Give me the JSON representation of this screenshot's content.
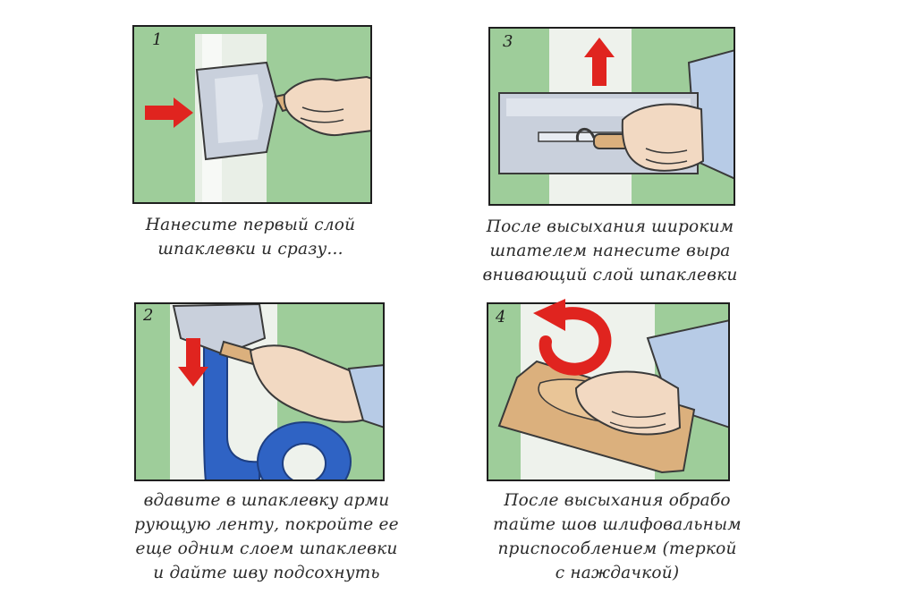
{
  "colors": {
    "wall": "#9ecd9a",
    "frame": "#1f1f1f",
    "arrow": "#e0241f",
    "tape": "#2f63c4",
    "skin": "#f2d9c2",
    "sleeve": "#b7cbe6",
    "blade": "#c9d0dc",
    "wood": "#dbb07d"
  },
  "steps": [
    {
      "number": "1",
      "caption_lines": [
        "Нанесите первый слой",
        "шпаклевки и сразу..."
      ]
    },
    {
      "number": "3",
      "caption_lines": [
        "После высыхания широким",
        "шпателем нанесите выра",
        "внивающий слой шпаклевки"
      ]
    },
    {
      "number": "2",
      "caption_lines": [
        "вдавите в шпаклевку арми",
        "рующую ленту, покройте ее",
        "еще одним слоем шпаклевки",
        "и дайте шву подсохнуть"
      ]
    },
    {
      "number": "4",
      "caption_lines": [
        "После высыхания обрабо",
        "тайте шов шлифовальным",
        "приспособлением (теркой",
        "с наждачкой)"
      ]
    }
  ]
}
